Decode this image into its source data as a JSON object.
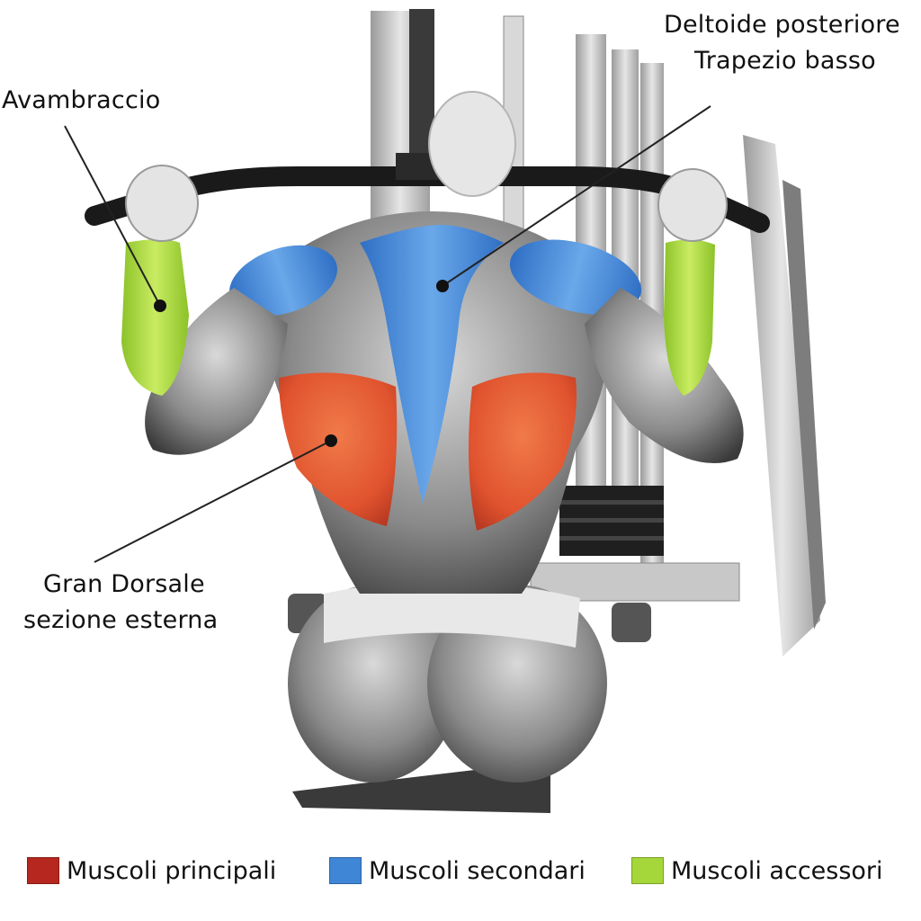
{
  "labels": {
    "forearm": "Avambraccio",
    "rear_delt": "Deltoide posteriore",
    "lower_trap": "Trapezio basso",
    "lat_line1": "Gran Dorsale",
    "lat_line2": "sezione esterna"
  },
  "legend": [
    {
      "label": "Muscoli principali",
      "color": "#b5271f"
    },
    {
      "label": "Muscoli secondari",
      "color": "#3f86d6"
    },
    {
      "label": "Muscoli accessori",
      "color": "#a5d63a"
    }
  ],
  "colors": {
    "primary": "#e0532e",
    "secondary": "#3f86d6",
    "accessory": "#a5d63a",
    "muscle_grey": "#8e8e8e",
    "machine": "#cfcfcf"
  }
}
